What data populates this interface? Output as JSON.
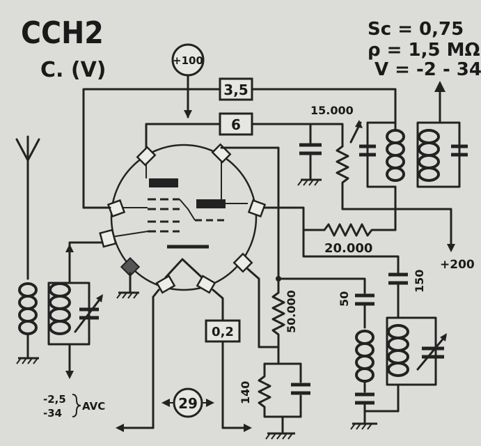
{
  "tube": {
    "name": "CCH2",
    "subtitle": "C. (V)"
  },
  "params": {
    "sc": "Sc = 0,75",
    "rho": "ρ = 1,5 MΩ",
    "v": "V = -2 - 34"
  },
  "labels": {
    "supply_100": "+100",
    "supply_200": "+200",
    "box_35": "3,5",
    "box_6": "6",
    "box_02": "0,2",
    "circle_29": "29",
    "r_15000": "15.000",
    "r_20000": "20.000",
    "r_50000": "50.000",
    "c_50": "50",
    "c_150": "150",
    "r_140": "140",
    "avc_top": "-2,5",
    "avc_bottom": "-34",
    "avc": "AVC"
  }
}
